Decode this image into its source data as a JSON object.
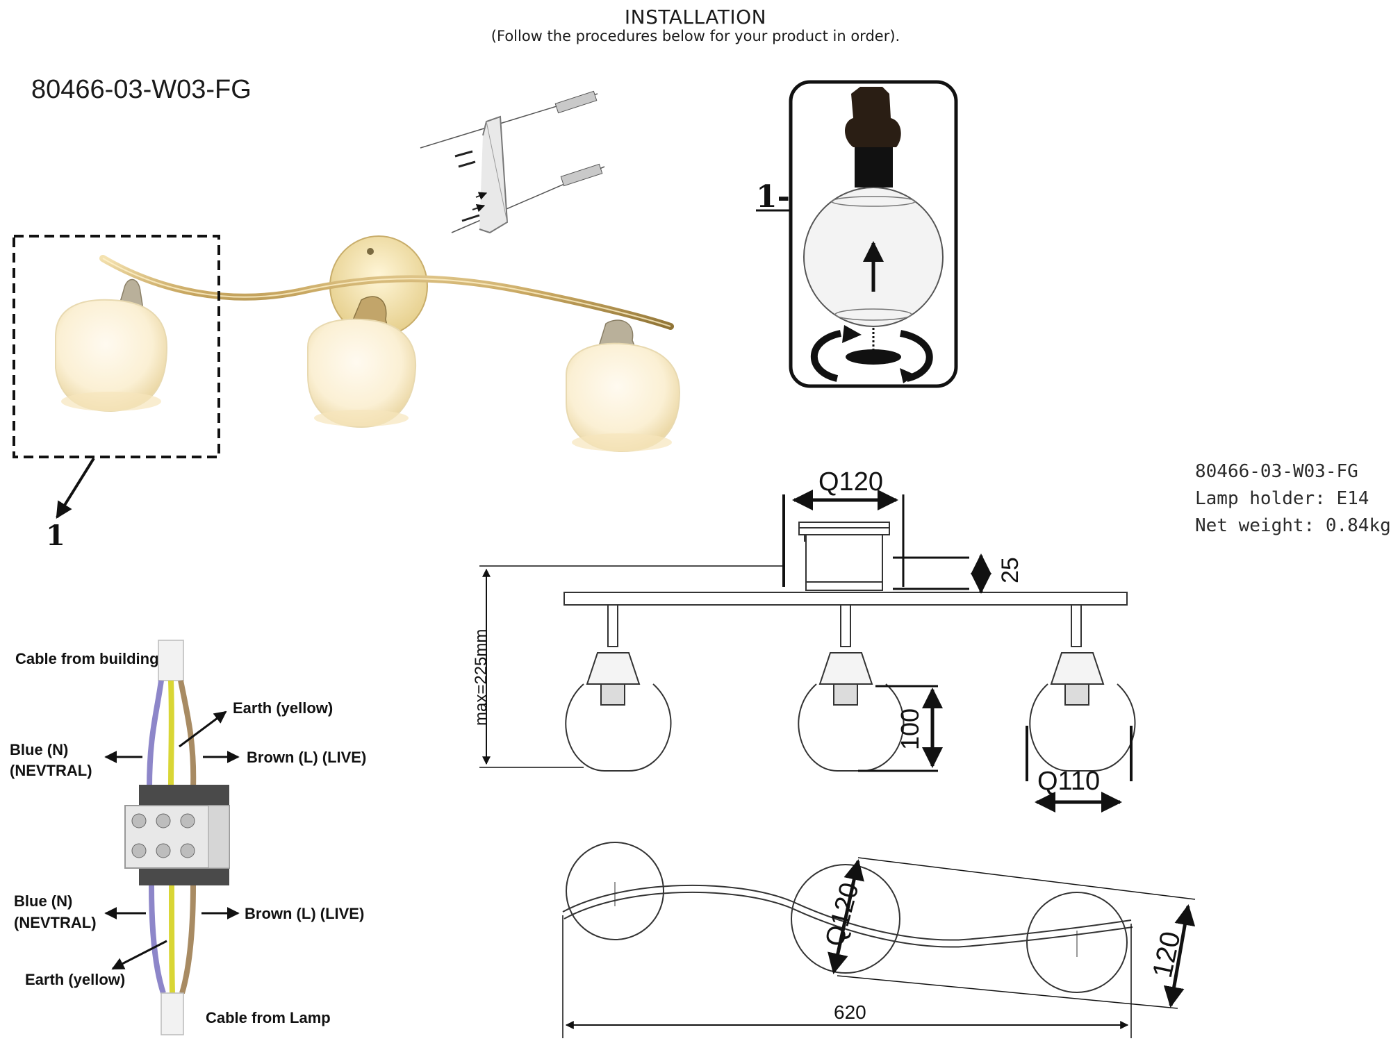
{
  "header": {
    "title": "INSTALLATION",
    "subtitle": "(Follow the procedures below for your product in order)."
  },
  "model_code": "80466-03-W03-FG",
  "step_labels": {
    "left_callout": "1",
    "right_callout": "1-"
  },
  "specs": {
    "model": "80466-03-W03-FG",
    "lamp_holder": "Lamp holder: E14",
    "net_weight": "Net weight: 0.84kg"
  },
  "dimensions": {
    "canopy_diameter": "Q120",
    "canopy_height": "25",
    "max_height": "max=225mm",
    "shade_height": "100",
    "shade_diameter": "Q110",
    "top_canopy_diameter": "Q120",
    "width": "620",
    "depth": "120"
  },
  "wiring": {
    "cable_from_building": "Cable from building",
    "earth_top": "Earth (yellow)",
    "blue_top_line1": "Blue (N)",
    "blue_top_line2": "(NEVTRAL)",
    "brown_top": "Brown (L) (LIVE)",
    "blue_bottom_line1": "Blue (N)",
    "blue_bottom_line2": "(NEVTRAL)",
    "brown_bottom": "Brown (L) (LIVE)",
    "earth_bottom": "Earth (yellow)",
    "cable_from_lamp": "Cable from Lamp"
  }
}
